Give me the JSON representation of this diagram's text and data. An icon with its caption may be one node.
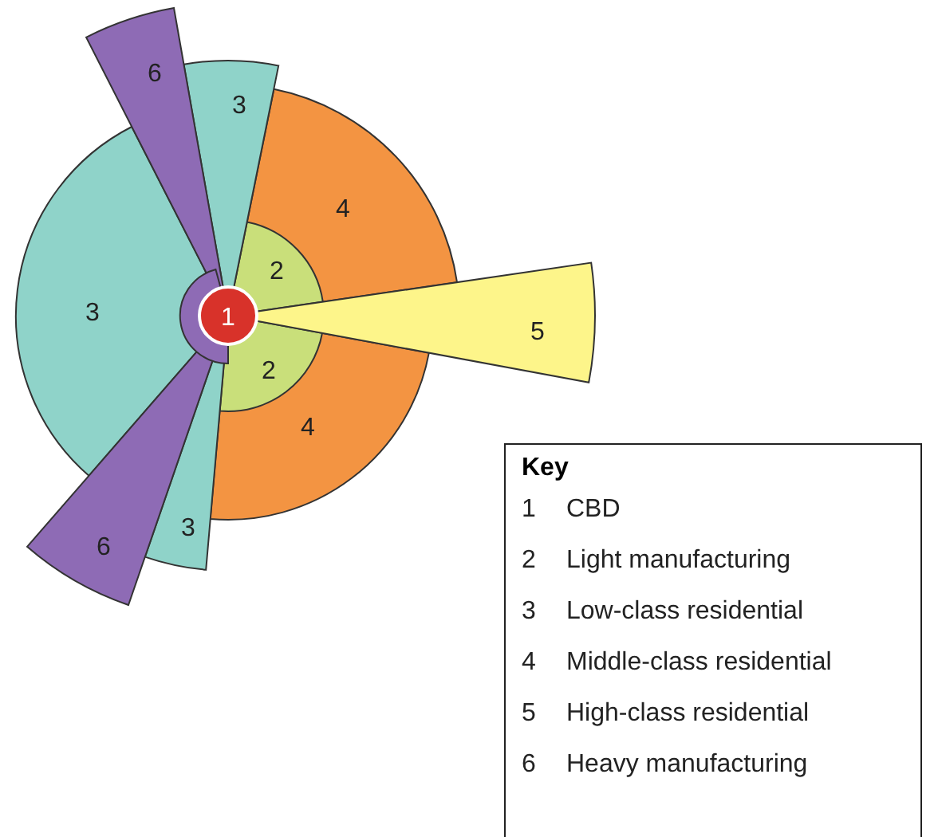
{
  "diagram": {
    "nodes": [
      {
        "text": [
          "6"
        ]
      },
      {
        "text": [
          "3"
        ]
      },
      {
        "text": [
          "4"
        ]
      },
      {
        "text": [
          "2"
        ],
        "in": 2
      },
      {
        "text": [
          "3"
        ]
      },
      {
        "text": [
          "1"
        ]
      },
      {
        "text": [
          "5"
        ]
      },
      {
        "text": [
          "2"
        ],
        "in": 8
      },
      {
        "text": [
          "4"
        ]
      },
      {
        "text": [
          "3"
        ]
      },
      {
        "text": [
          "6"
        ]
      },
      {
        "text": [
          "Key",
          "1",
          "CBD",
          "2",
          "Light manufacturing",
          "3",
          "Low-class residential",
          "4",
          "Middle-class residential",
          "5",
          "High-class residential",
          "6",
          "Heavy manufacturing"
        ]
      }
    ]
  }
}
